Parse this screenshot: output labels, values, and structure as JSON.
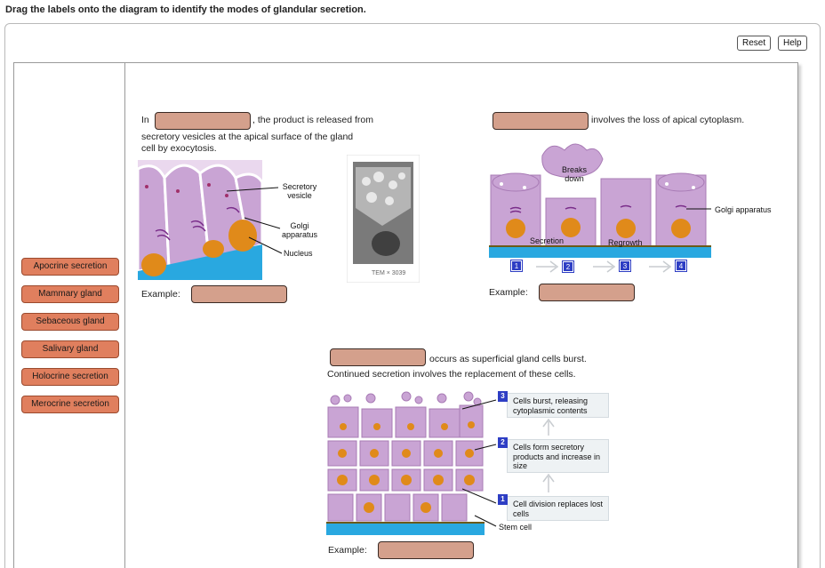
{
  "instruction": "Drag the labels onto the diagram to identify the modes of glandular secretion.",
  "toolbar": {
    "reset_label": "Reset",
    "help_label": "Help"
  },
  "labels": [
    "Apocrine secretion",
    "Mammary gland",
    "Sebaceous gland",
    "Salivary gland",
    "Holocrine secretion",
    "Merocrine secretion"
  ],
  "merocrine": {
    "prefix": "In",
    "line1_rest": ", the product is released from",
    "line2": "secretory vesicles at the apical surface of the gland",
    "line3": "cell by exocytosis.",
    "ann_secretory_vesicle": [
      "Secretory",
      "vesicle"
    ],
    "ann_golgi": [
      "Golgi",
      "apparatus"
    ],
    "ann_nucleus": "Nucleus",
    "tem": "TEM × 3039",
    "example_label": "Example:"
  },
  "apocrine": {
    "text": "involves the loss of apical cytoplasm.",
    "ann_breaks_down": [
      "Breaks",
      "down"
    ],
    "ann_golgi": "Golgi apparatus",
    "ann_secretion": "Secretion",
    "ann_regrowth": "Regrowth",
    "steps": [
      "1",
      "2",
      "3",
      "4"
    ],
    "example_label": "Example:"
  },
  "holocrine": {
    "line1_rest": "occurs as superficial gland cells burst.",
    "line2": "Continued secretion involves the replacement of these cells.",
    "step3_num": "3",
    "step3_text": "Cells burst, releasing cytoplasmic contents",
    "step2_num": "2",
    "step2_text": "Cells form secretory products and increase in size",
    "step1_num": "1",
    "step1_text": "Cell division replaces lost cells",
    "ann_stem_cell": "Stem cell",
    "example_label": "Example:"
  },
  "colors": {
    "chip_fill": "#e07f5e",
    "drop_fill": "#d4a08c",
    "cell_fill": "#c9a4d4",
    "nucleus_fill": "#e08a1a",
    "basement": "#29a8e0",
    "step_badge": "#2e3ec4"
  }
}
